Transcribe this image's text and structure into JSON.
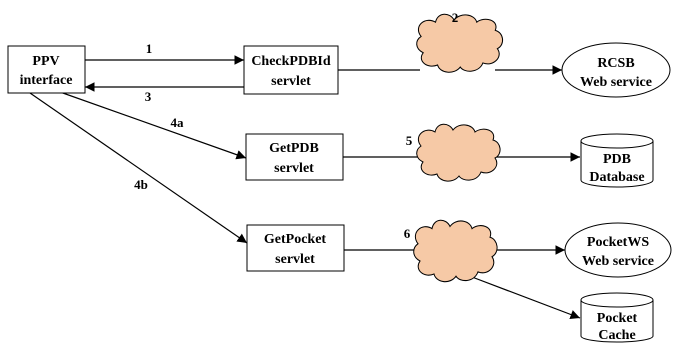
{
  "nodes": {
    "ppv": {
      "line1": "PPV",
      "line2": "interface"
    },
    "checkpdbid": {
      "line1": "CheckPDBId",
      "line2": "servlet"
    },
    "getpdb": {
      "line1": "GetPDB",
      "line2": "servlet"
    },
    "getpocket": {
      "line1": "GetPocket",
      "line2": "servlet"
    },
    "rcsb": {
      "line1": "RCSB",
      "line2": "Web service"
    },
    "pdb_db": {
      "line1": "PDB",
      "line2": "Database"
    },
    "pocketws": {
      "line1": "PocketWS",
      "line2": "Web service"
    },
    "pocket_cache": {
      "line1": "Pocket",
      "line2": "Cache"
    }
  },
  "edge_labels": {
    "e1": "1",
    "e2": "2",
    "e3": "3",
    "e4a": "4a",
    "e4b": "4b",
    "e5": "5",
    "e6": "6"
  }
}
